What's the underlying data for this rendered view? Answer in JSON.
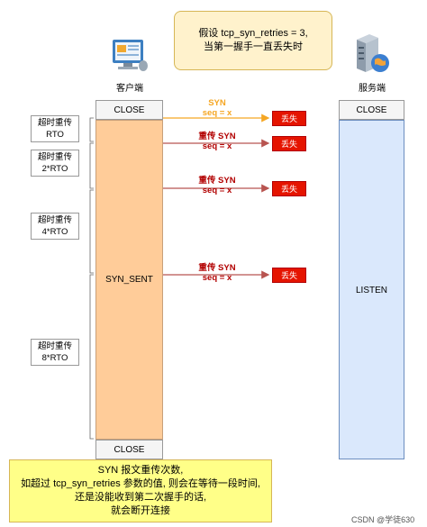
{
  "top_note": "假设 tcp_syn_retries = 3,\n当第一握手一直丢失时",
  "client": {
    "label": "客户端",
    "state_close_top": "CLOSE",
    "state_syn_sent": "SYN_SENT",
    "state_close_bottom": "CLOSE",
    "icon": "client-computer-icon"
  },
  "server": {
    "label": "服务端",
    "state_close": "CLOSE",
    "state_listen": "LISTEN",
    "icon": "server-icon"
  },
  "timeouts": [
    {
      "line1": "超时重传",
      "line2": "RTO"
    },
    {
      "line1": "超时重传",
      "line2": "2*RTO"
    },
    {
      "line1": "超时重传",
      "line2": "4*RTO"
    },
    {
      "line1": "超时重传",
      "line2": "8*RTO"
    }
  ],
  "messages": [
    {
      "title": "SYN",
      "seq": "seq = x",
      "lost": "丢失"
    },
    {
      "title": "重传 SYN",
      "seq": "seq = x",
      "lost": "丢失"
    },
    {
      "title": "重传 SYN",
      "seq": "seq = x",
      "lost": "丢失"
    },
    {
      "title": "重传 SYN",
      "seq": "seq = x",
      "lost": "丢失"
    }
  ],
  "bottom_note": "SYN 报文重传次数,\n如超过 tcp_syn_retries 参数的值, 则会在等待一段时间,\n还是没能收到第二次握手的话,\n就会断开连接",
  "watermark": "CSDN @学徒630",
  "colors": {
    "first_arrow": "#f5a623",
    "retry_arrow": "#b85450",
    "syn_sent_fill": "#ffcc99",
    "listen_fill": "#dae8fc",
    "lost_fill": "#e51400"
  }
}
